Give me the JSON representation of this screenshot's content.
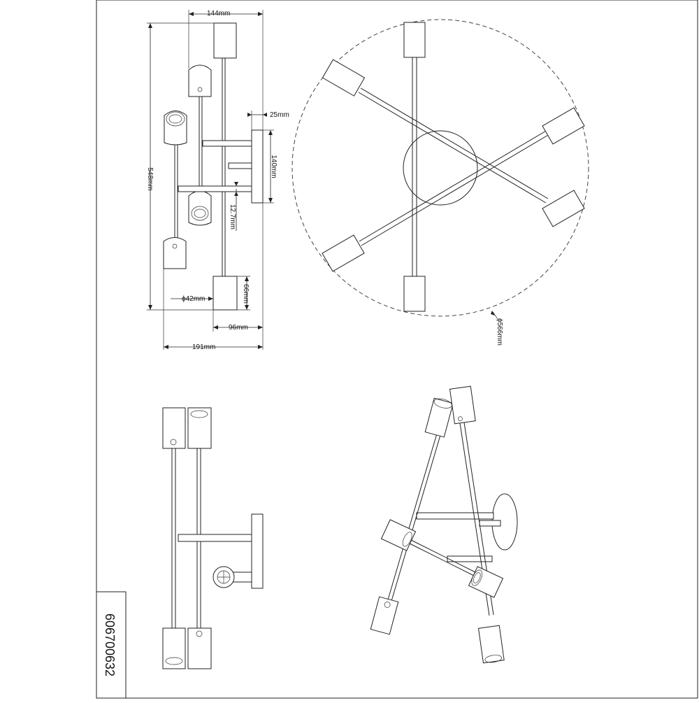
{
  "dimensions": {
    "top_width": "144mm",
    "height": "548mm",
    "plate_depth": "25mm",
    "plate_height": "140mm",
    "rod": "12.7mm",
    "shade_height": "66mm",
    "shade_diameter": "ϕ42mm",
    "base_width": "96mm",
    "total_width": "191mm",
    "spread": "ϕ566mm"
  },
  "product_code": "606700632"
}
